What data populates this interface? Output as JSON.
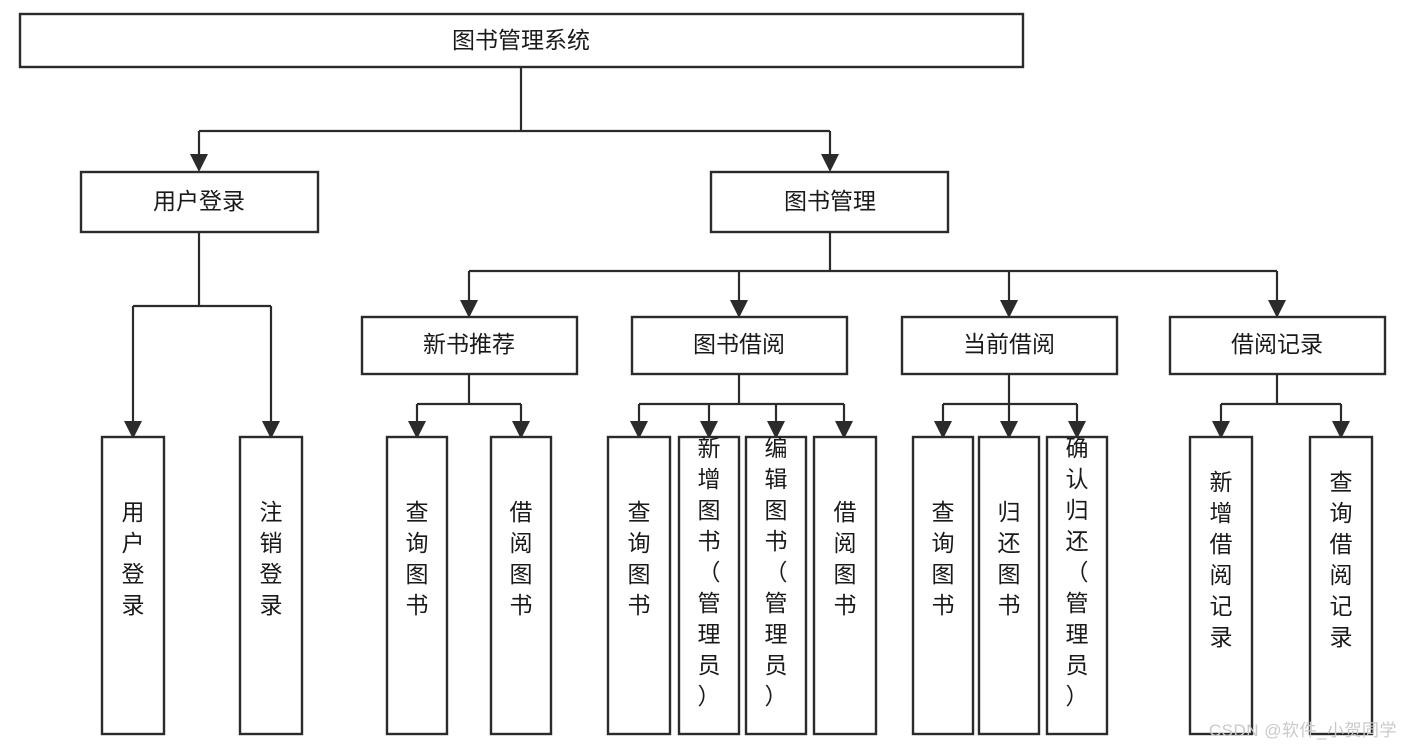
{
  "diagram": {
    "type": "tree-hierarchy",
    "title": "图书管理系统",
    "watermark": "CSDN @软件_小贺同学",
    "colors": {
      "box_stroke": "#2b2b2b",
      "box_fill": "#ffffff",
      "text": "#1a1a1a",
      "connector": "#2b2b2b",
      "watermark": "#c9c9c9",
      "background": "#ffffff"
    },
    "levels": [
      {
        "level": 1,
        "nodes": [
          {
            "id": "root",
            "label": "图书管理系统",
            "orientation": "horizontal"
          }
        ]
      },
      {
        "level": 2,
        "nodes": [
          {
            "id": "login",
            "label": "用户登录",
            "orientation": "horizontal",
            "parent": "root"
          },
          {
            "id": "bookmgmt",
            "label": "图书管理",
            "orientation": "horizontal",
            "parent": "root"
          }
        ]
      },
      {
        "level": 3,
        "nodes": [
          {
            "id": "newbook",
            "label": "新书推荐",
            "orientation": "horizontal",
            "parent": "bookmgmt"
          },
          {
            "id": "borrow",
            "label": "图书借阅",
            "orientation": "horizontal",
            "parent": "bookmgmt"
          },
          {
            "id": "current",
            "label": "当前借阅",
            "orientation": "horizontal",
            "parent": "bookmgmt"
          },
          {
            "id": "records",
            "label": "借阅记录",
            "orientation": "horizontal",
            "parent": "bookmgmt"
          }
        ]
      },
      {
        "level": 4,
        "nodes": [
          {
            "id": "leaf-1",
            "label": "用户登录",
            "orientation": "vertical",
            "parent": "login"
          },
          {
            "id": "leaf-2",
            "label": "注销登录",
            "orientation": "vertical",
            "parent": "login"
          },
          {
            "id": "leaf-3",
            "label": "查询图书",
            "orientation": "vertical",
            "parent": "newbook"
          },
          {
            "id": "leaf-4",
            "label": "借阅图书",
            "orientation": "vertical",
            "parent": "newbook"
          },
          {
            "id": "leaf-5",
            "label": "查询图书",
            "orientation": "vertical",
            "parent": "borrow"
          },
          {
            "id": "leaf-6",
            "label": "新增图书（管理员）",
            "orientation": "vertical",
            "parent": "borrow"
          },
          {
            "id": "leaf-7",
            "label": "编辑图书（管理员）",
            "orientation": "vertical",
            "parent": "borrow"
          },
          {
            "id": "leaf-8",
            "label": "借阅图书",
            "orientation": "vertical",
            "parent": "borrow"
          },
          {
            "id": "leaf-9",
            "label": "查询图书",
            "orientation": "vertical",
            "parent": "current"
          },
          {
            "id": "leaf-10",
            "label": "归还图书",
            "orientation": "vertical",
            "parent": "current"
          },
          {
            "id": "leaf-11",
            "label": "确认归还（管理员）",
            "orientation": "vertical",
            "parent": "current"
          },
          {
            "id": "leaf-12",
            "label": "新增借阅记录",
            "orientation": "vertical",
            "parent": "records"
          },
          {
            "id": "leaf-13",
            "label": "查询借阅记录",
            "orientation": "vertical",
            "parent": "records"
          }
        ]
      }
    ]
  },
  "labels": {
    "root": "图书管理系统",
    "login": "用户登录",
    "bookmgmt": "图书管理",
    "newbook": "新书推荐",
    "borrow": "图书借阅",
    "current": "当前借阅",
    "records": "借阅记录",
    "leaf_1": "用户登录",
    "leaf_2": "注销登录",
    "leaf_3": "查询图书",
    "leaf_4": "借阅图书",
    "leaf_5": "查询图书",
    "leaf_6": "新增图书（管理员）",
    "leaf_7": "编辑图书（管理员）",
    "leaf_8": "借阅图书",
    "leaf_9": "查询图书",
    "leaf_10": "归还图书",
    "leaf_11": "确认归还（管理员）",
    "leaf_12": "新增借阅记录",
    "leaf_13": "查询借阅记录"
  },
  "footer": {
    "watermark": "CSDN @软件_小贺同学"
  }
}
